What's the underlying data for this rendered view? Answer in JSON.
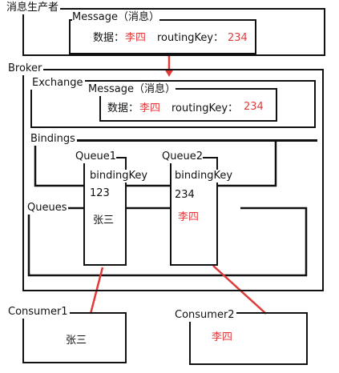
{
  "colors": {
    "stroke": "#111111",
    "accent": "#e03a3a",
    "background": "#ffffff"
  },
  "producer": {
    "title": "消息生产者",
    "message": {
      "title": "Message（消息）",
      "data_label": "数据：",
      "data_value": "李四",
      "routing_label": "routingKey：",
      "routing_value": "234"
    }
  },
  "broker": {
    "title": "Broker",
    "exchange": {
      "title": "Exchange",
      "message": {
        "title": "Message（消息）",
        "data_label": "数据：",
        "data_value": "李四",
        "routing_label": "routingKey：",
        "routing_value": "234"
      }
    },
    "bindings_label": "Bindings",
    "queues_label": "Queues",
    "queue1": {
      "title": "Queue1",
      "binding_label": "bindingKey",
      "binding_value": "123",
      "content": "张三"
    },
    "queue2": {
      "title": "Queue2",
      "binding_label": "bindingKey",
      "binding_value": "234",
      "content": "李四"
    }
  },
  "consumer1": {
    "title": "Consumer1",
    "content": "张三"
  },
  "consumer2": {
    "title": "Consumer2",
    "content": "李四"
  }
}
